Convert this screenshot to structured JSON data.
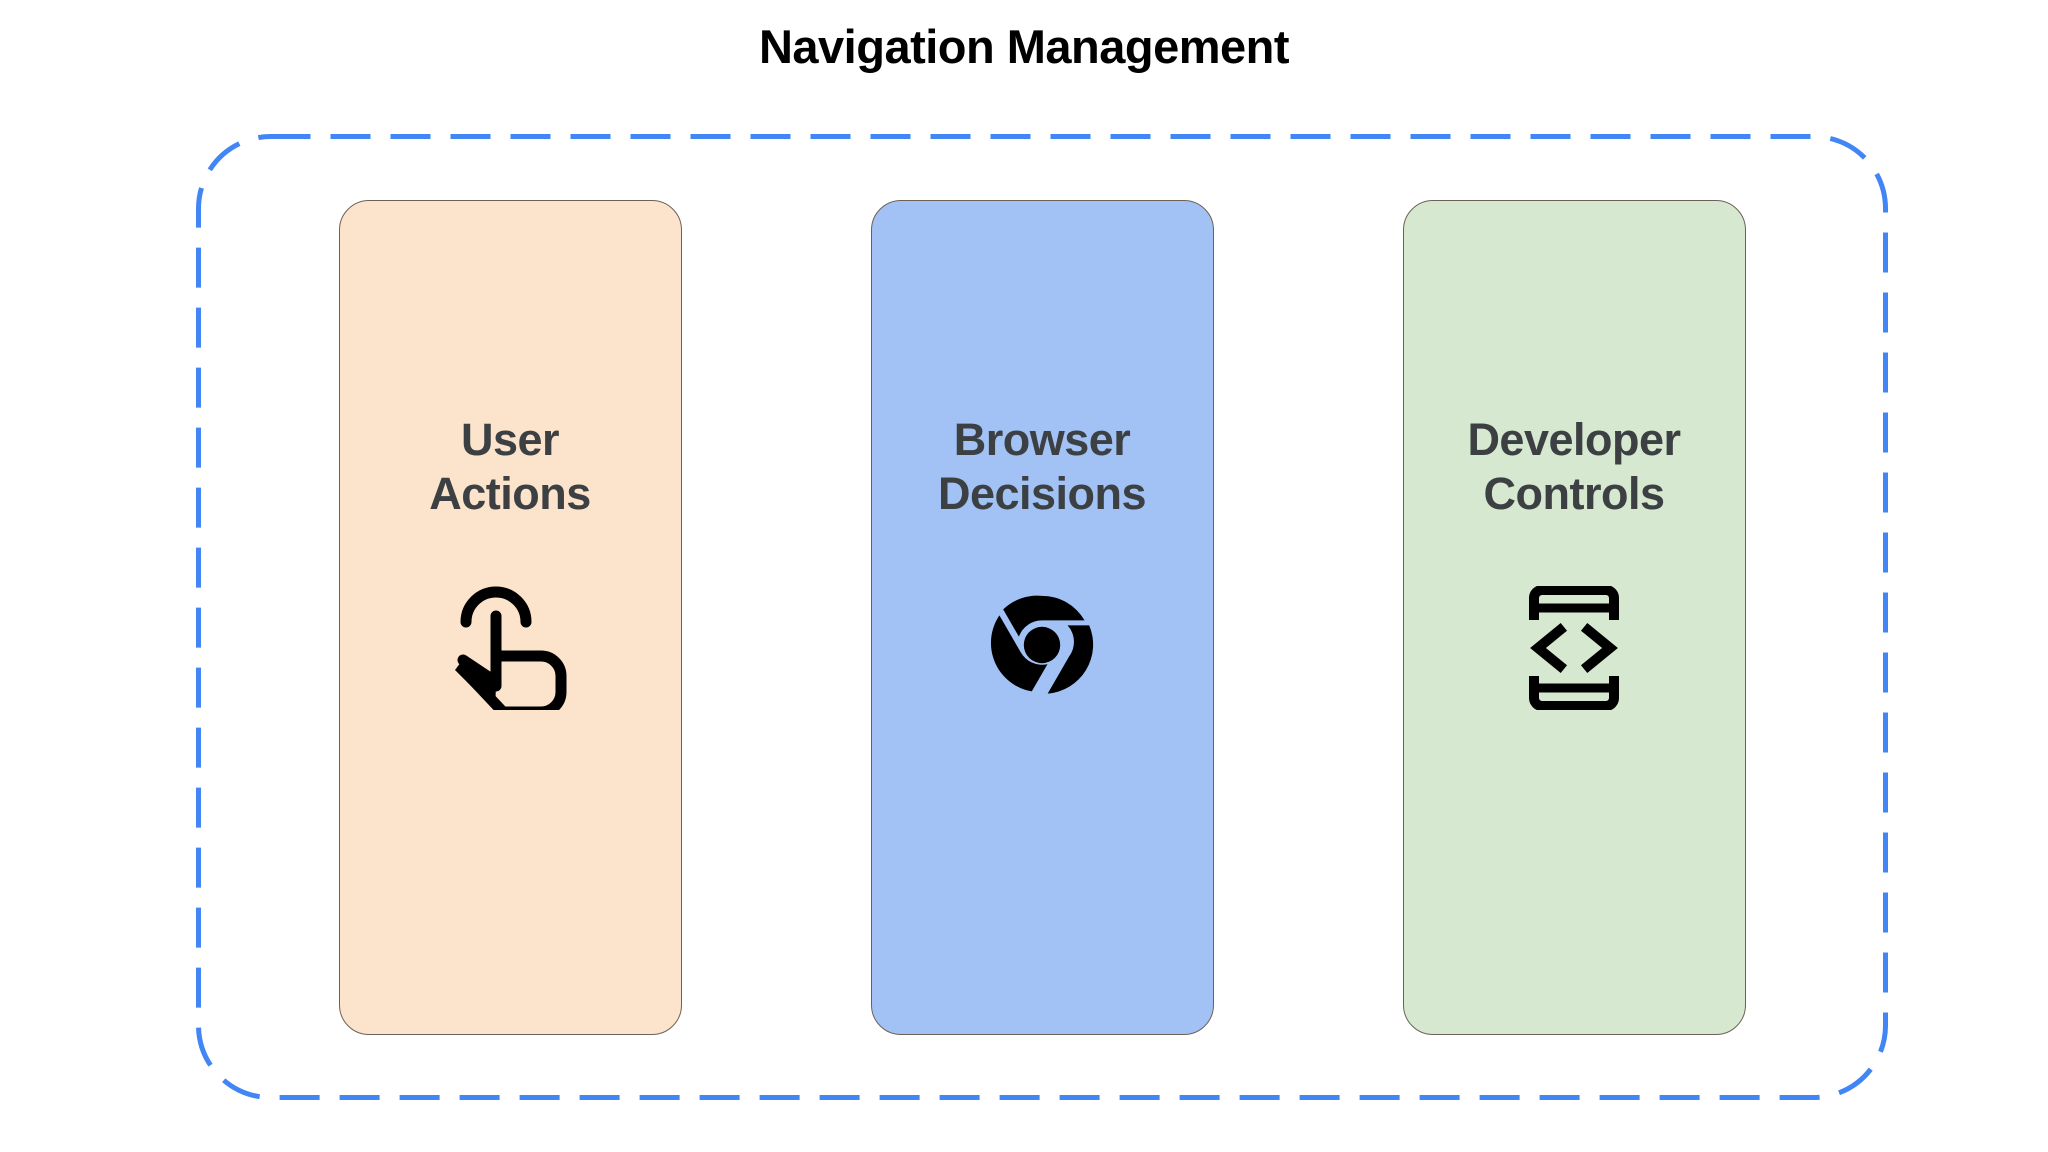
{
  "page": {
    "title": "Navigation Management",
    "background_color": "#ffffff",
    "title_color": "#000000"
  },
  "container": {
    "name": "dashed-group-border",
    "stroke_color": "#4285f4",
    "stroke_width": 5,
    "dash_pattern": "40 20",
    "corner_radius": 72
  },
  "cards": [
    {
      "label": "User\nActions",
      "label_line_1": "User",
      "label_line_2": "Actions",
      "background_color": "#fbe3cc",
      "border_color": "#6b6257",
      "text_color": "#3c4043",
      "icon": "tap-gesture-icon",
      "icon_color": "#000000"
    },
    {
      "label": "Browser\nDecisions",
      "label_line_1": "Browser",
      "label_line_2": "Decisions",
      "background_color": "#a2c2f5",
      "border_color": "#6b6257",
      "text_color": "#3c4043",
      "icon": "chrome-browser-icon",
      "icon_color": "#000000"
    },
    {
      "label": "Developer\nControls",
      "label_line_1": "Developer",
      "label_line_2": "Controls",
      "background_color": "#d6e8d0",
      "border_color": "#6b6257",
      "text_color": "#3c4043",
      "icon": "device-code-brackets-icon",
      "icon_color": "#000000"
    }
  ]
}
